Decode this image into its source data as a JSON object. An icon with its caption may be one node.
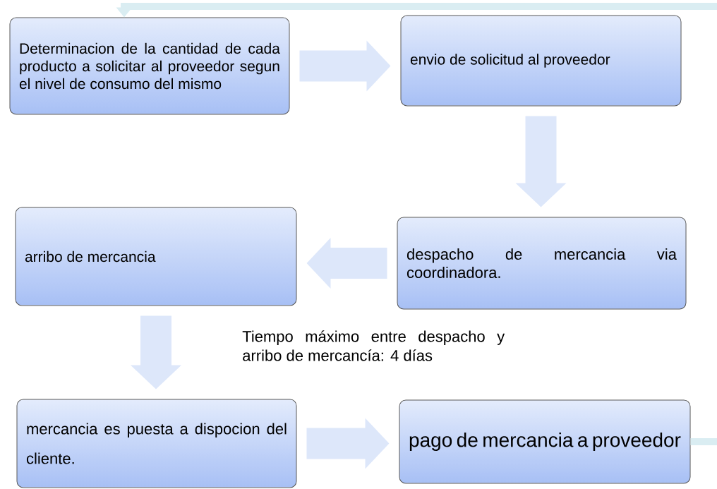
{
  "diagram": {
    "nodes": [
      {
        "text": [
          "Determinacion de la cantidad de cada producto a solicitar al proveedor segun el nivel de consumo del mismo"
        ]
      },
      {
        "text": [
          "envio de solicitud al proveedor"
        ]
      },
      {
        "text": [
          "despacho de mercancia via coordinadora."
        ]
      },
      {
        "text": [
          "arribo de mercancia"
        ]
      },
      {
        "text": [
          "mercancia es puesta a dispocion del cliente."
        ]
      },
      {
        "text": [
          "pago de mercancia a proveedor"
        ]
      }
    ],
    "edges": [
      {
        "from": 0,
        "to": 1,
        "arrow": "to"
      },
      {
        "from": 1,
        "to": 2,
        "arrow": "to"
      },
      {
        "from": 2,
        "to": 3,
        "arrow": "to"
      },
      {
        "from": 3,
        "to": 4,
        "arrow": "to"
      },
      {
        "from": 4,
        "to": 5,
        "arrow": "to"
      },
      {
        "from": 5,
        "to": 0,
        "arrow": "to",
        "color": "#daedf2"
      }
    ],
    "labels": [
      "Tiempo máximo entre despacho y arribo de mercancía: 4 días"
    ]
  }
}
